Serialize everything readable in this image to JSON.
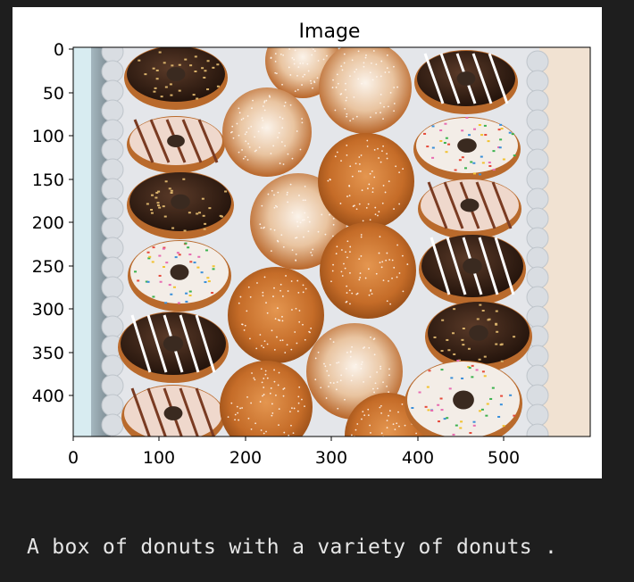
{
  "figure": {
    "title": "Image",
    "x_ticks": [
      "0",
      "100",
      "200",
      "300",
      "400",
      "500"
    ],
    "y_ticks": [
      "0",
      "50",
      "100",
      "150",
      "200",
      "250",
      "300",
      "350",
      "400"
    ],
    "image_subject": "box of donuts",
    "colors": {
      "panel_bg": "#ffffff",
      "tray": "#8e9aa1",
      "lace": "#e7e9ec",
      "chocolate": "#3b2418",
      "dough": "#c9742e",
      "sugar_powder": "#f6efe6",
      "pink_glaze": "#efd6c8",
      "sprinkle_base": "#f2ece6"
    }
  },
  "caption": "A box of donuts with a variety of donuts ."
}
